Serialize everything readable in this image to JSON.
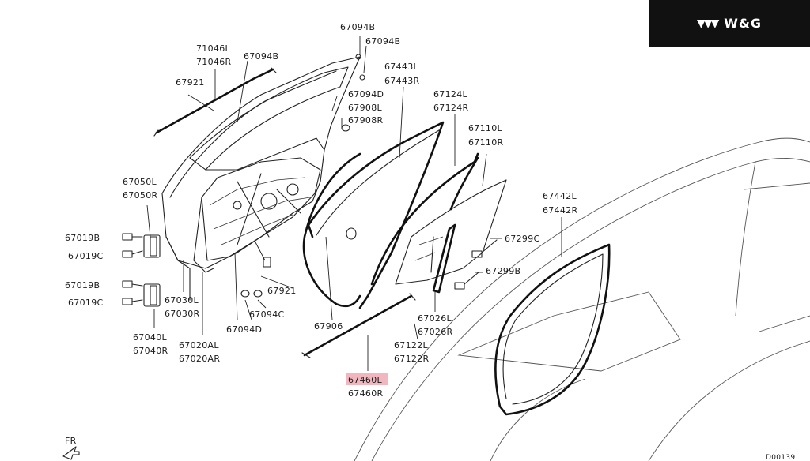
{
  "brand": {
    "mark": "▼▼▼",
    "name": "W&G"
  },
  "labels": {
    "l71046L": "71046L",
    "l71046R": "71046R",
    "l67094B_a": "67094B",
    "l67094B_b": "67094B",
    "l67094B_c": "67094B",
    "l67921_a": "67921",
    "l67921_b": "67921",
    "l67094D_a": "67094D",
    "l67094D_b": "67094D",
    "l67908L": "67908L",
    "l67908R": "67908R",
    "l67443L": "67443L",
    "l67443R": "67443R",
    "l67124L": "67124L",
    "l67124R": "67124R",
    "l67110L": "67110L",
    "l67110R": "67110R",
    "l67050L": "67050L",
    "l67050R": "67050R",
    "l67019B_a": "67019B",
    "l67019C_a": "67019C",
    "l67019B_b": "67019B",
    "l67019C_b": "67019C",
    "l67030L": "67030L",
    "l67030R": "67030R",
    "l67040L": "67040L",
    "l67040R": "67040R",
    "l67020AL": "67020AL",
    "l67020AR": "67020AR",
    "l67094C": "67094C",
    "l67906": "67906",
    "l67460L": "67460L",
    "l67460R": "67460R",
    "l67122L": "67122L",
    "l67122R": "67122R",
    "l67026L": "67026L",
    "l67026R": "67026R",
    "l67299C": "67299C",
    "l67299B": "67299B",
    "l67442L": "67442L",
    "l67442R": "67442R",
    "fr": "FR",
    "code": "D00139"
  }
}
